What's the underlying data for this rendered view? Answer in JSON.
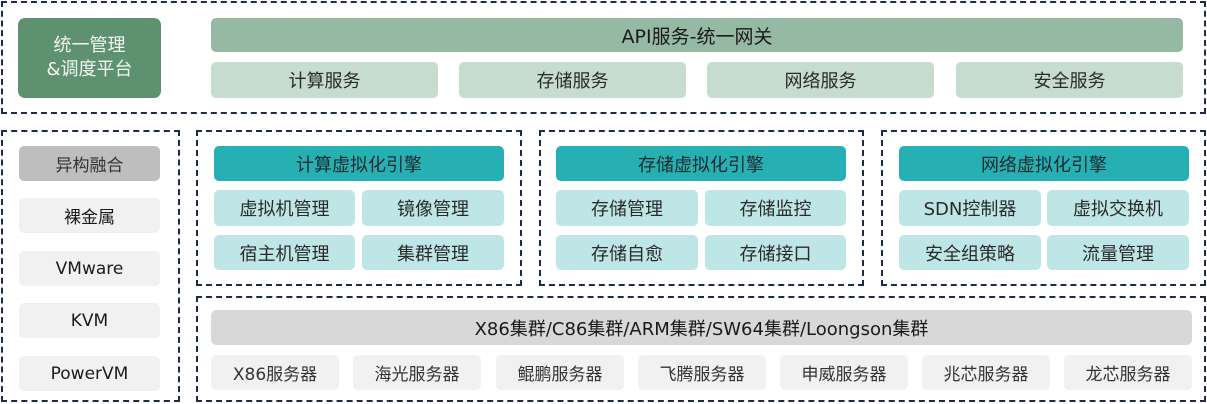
{
  "platform": {
    "line1": "统一管理",
    "line2": "&调度平台"
  },
  "api_gateway": {
    "label": "API服务-统一网关"
  },
  "services": [
    "计算服务",
    "存储服务",
    "网络服务",
    "安全服务"
  ],
  "heterogeneous": {
    "title": "异构融合",
    "items": [
      "裸金属",
      "VMware",
      "KVM",
      "PowerVM"
    ]
  },
  "engines": [
    {
      "title": "计算虚拟化引擎",
      "features": [
        "虚拟机管理",
        "镜像管理",
        "宿主机管理",
        "集群管理"
      ]
    },
    {
      "title": "存储虚拟化引擎",
      "features": [
        "存储管理",
        "存储监控",
        "存储自愈",
        "存储接口"
      ]
    },
    {
      "title": "网络虚拟化引擎",
      "features": [
        "SDN控制器",
        "虚拟交换机",
        "安全组策略",
        "流量管理"
      ]
    }
  ],
  "clusters": {
    "label": "X86集群/C86集群/ARM集群/SW64集群/Loongson集群"
  },
  "servers": [
    "X86服务器",
    "海光服务器",
    "鲲鹏服务器",
    "飞腾服务器",
    "申威服务器",
    "兆芯服务器",
    "龙芯服务器"
  ],
  "colors": {
    "frame_border": "#1c2b47",
    "platform": "#5e9170",
    "api_gateway": "#96b9a4",
    "service": "#c6dccf",
    "engine_title": "#26b0b4",
    "engine_feature": "#bfe6e7",
    "hetero_title": "#bebebe",
    "light_gray": "#f1f1f1",
    "cluster_bar": "#d8d8d8"
  }
}
